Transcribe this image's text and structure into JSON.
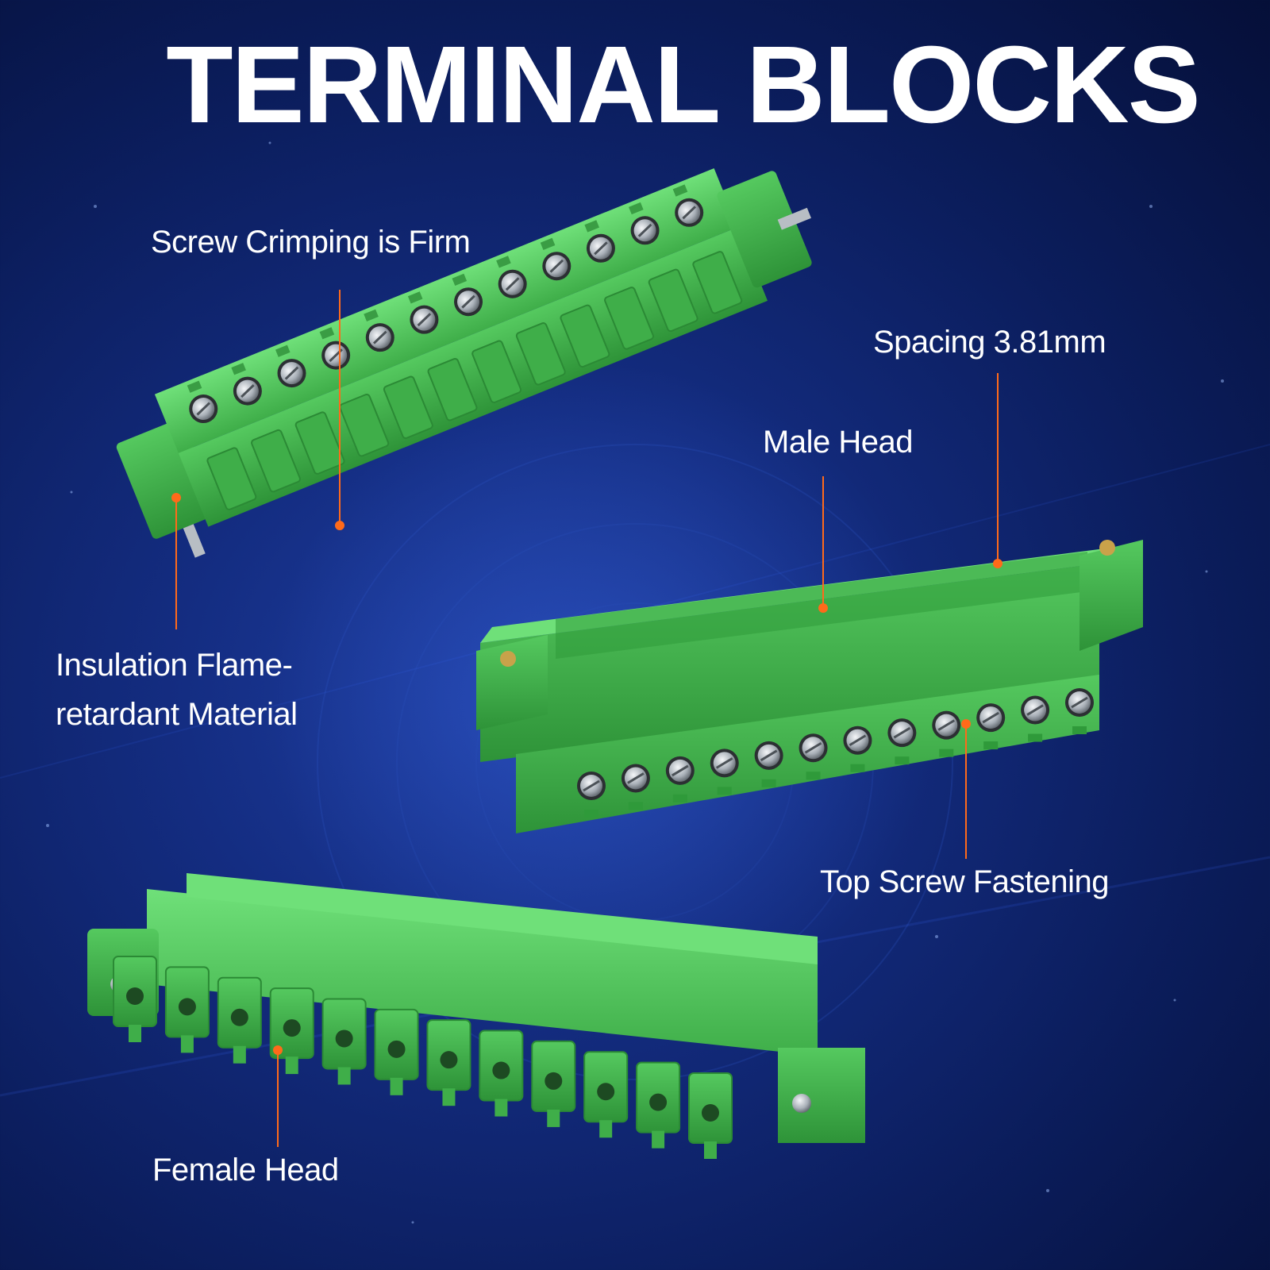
{
  "title": "TERMINAL BLOCKS",
  "callouts": {
    "screw_crimping": "Screw Crimping is Firm",
    "insulation": "Insulation Flame-retardant Material",
    "spacing": "Spacing 3.81mm",
    "male_head": "Male Head",
    "top_screw": "Top Screw Fastening",
    "female_head": "Female Head"
  },
  "colors": {
    "background": "#0b1d5c",
    "connector_green": "#4fc65a",
    "callout_line": "#ff6a1a",
    "text": "#ffffff"
  },
  "product": {
    "pin_count": 12
  }
}
